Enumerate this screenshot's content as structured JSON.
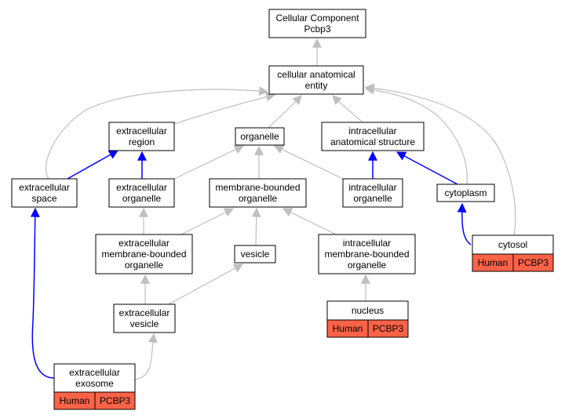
{
  "colors": {
    "is_a_edge": "#bfbfbf",
    "part_of_edge": "#0000ff",
    "annotation_fill": "#ff6347",
    "node_fill": "#ffffff"
  },
  "nodes": {
    "root": [
      "Cellular Component",
      "Pcbp3"
    ],
    "cae": [
      "cellular anatomical",
      "entity"
    ],
    "ecr": [
      "extracellular",
      "region"
    ],
    "org": [
      "organelle"
    ],
    "ias": [
      "intracellular",
      "anatomical structure"
    ],
    "ecs": [
      "extracellular",
      "space"
    ],
    "eco": [
      "extracellular",
      "organelle"
    ],
    "mbo": [
      "membrane-bounded",
      "organelle"
    ],
    "ico": [
      "intracellular",
      "organelle"
    ],
    "cyto": [
      "cytoplasm"
    ],
    "cytosol": [
      "cytosol"
    ],
    "emb": [
      "extracellular",
      "membrane-bounded",
      "organelle"
    ],
    "ves": [
      "vesicle"
    ],
    "imb": [
      "intracellular",
      "membrane-bounded",
      "organelle"
    ],
    "ecv": [
      "extracellular",
      "vesicle"
    ],
    "nuc": [
      "nucleus"
    ],
    "exo": [
      "extracellular",
      "exosome"
    ]
  },
  "annotations": {
    "cytosol": [
      "Human",
      "PCBP3"
    ],
    "nuc": [
      "Human",
      "PCBP3"
    ],
    "exo": [
      "Human",
      "PCBP3"
    ]
  }
}
